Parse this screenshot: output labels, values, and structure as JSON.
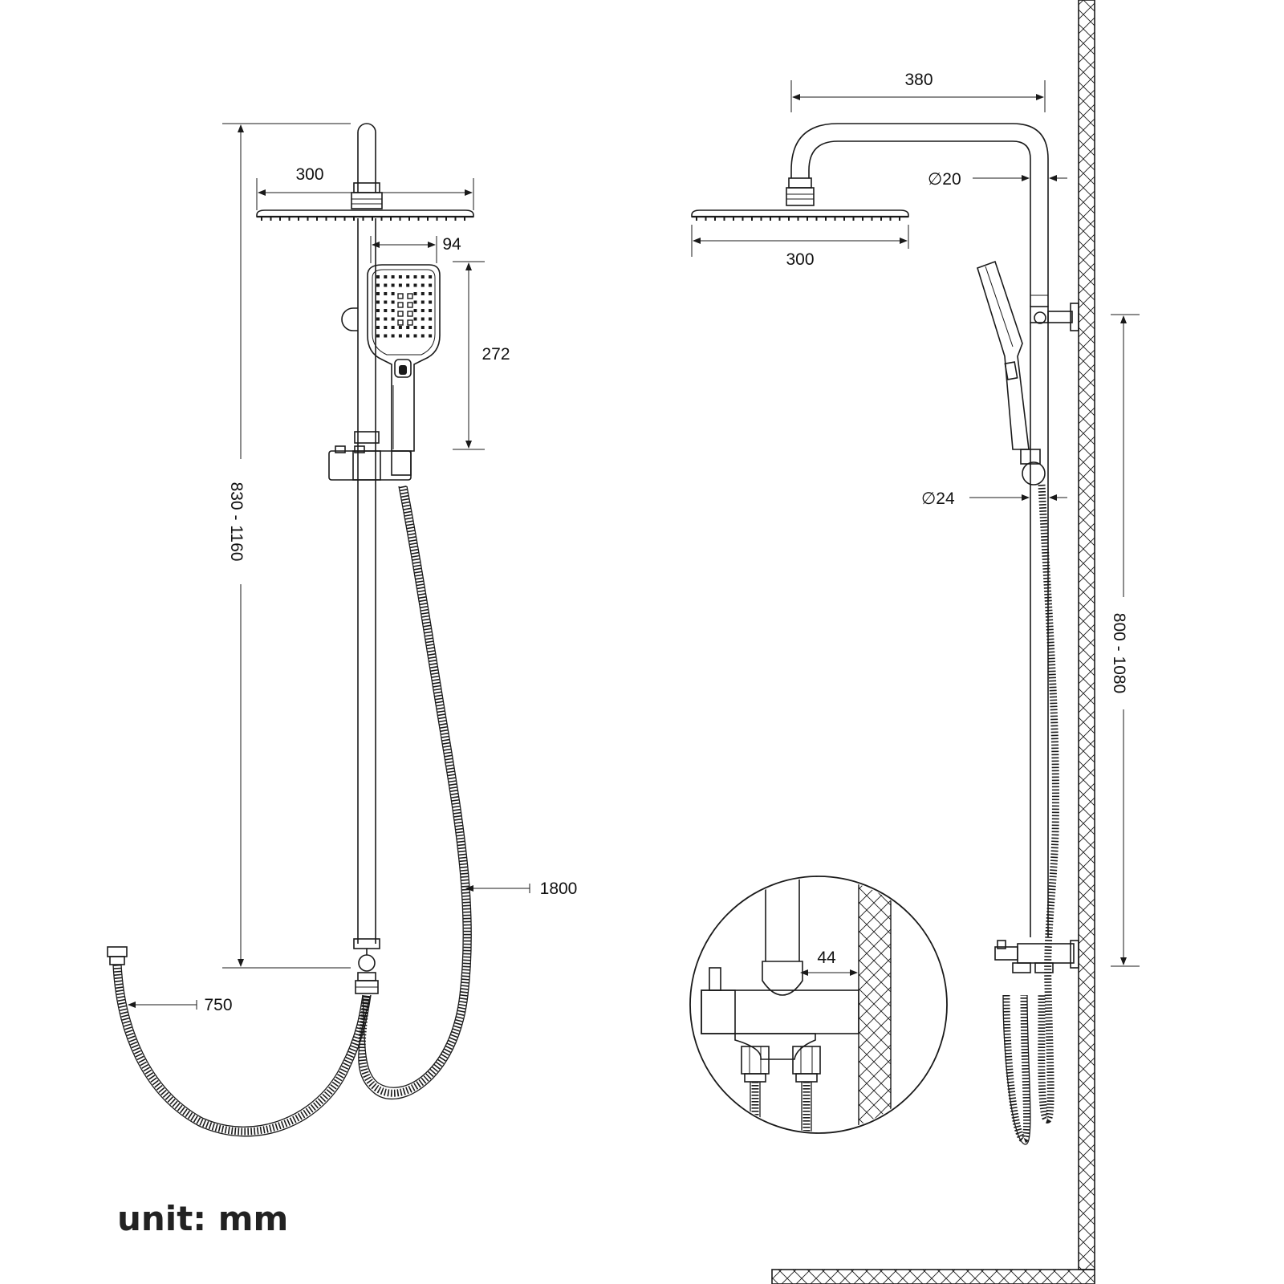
{
  "unit_label": "unit: mm",
  "front_view": {
    "rain_shower_width": "300",
    "hand_shower_width": "94",
    "hand_shower_height": "272",
    "rail_height": "830 - 1160",
    "shower_hose_length": "1800",
    "inlet_hose_length": "750"
  },
  "side_view": {
    "arm_reach": "380",
    "rain_shower_width": "300",
    "upper_pipe_diameter": "∅20",
    "lower_pipe_diameter": "∅24",
    "bracket_spacing": "800 - 1080",
    "wall_offset": "44"
  },
  "colors": {
    "line": "#1a1a1a",
    "background": "#ffffff"
  }
}
